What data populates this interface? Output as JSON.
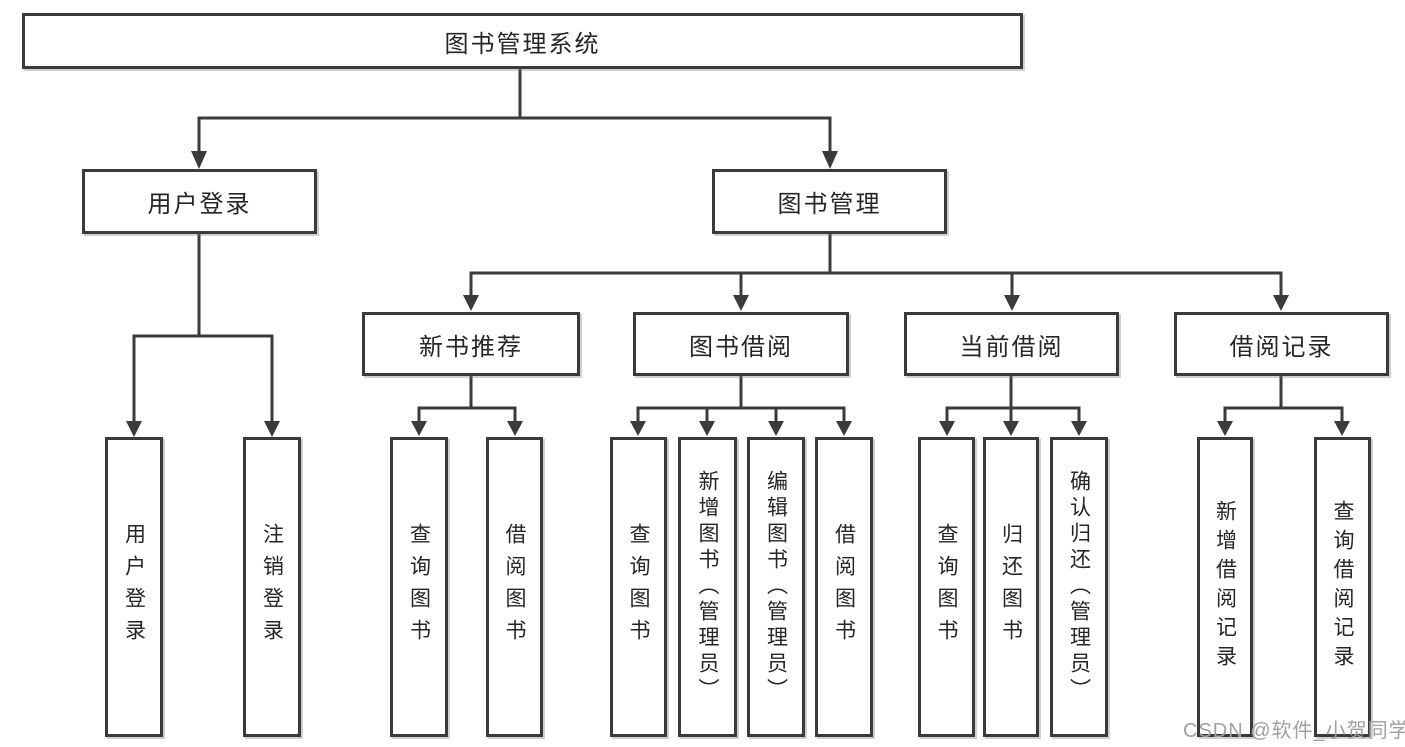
{
  "diagram": {
    "root": {
      "label": "图书管理系统"
    },
    "level2": [
      {
        "label": "用户登录",
        "parent": "图书管理系统"
      },
      {
        "label": "图书管理",
        "parent": "图书管理系统"
      }
    ],
    "level3": [
      {
        "label": "新书推荐",
        "parent": "图书管理"
      },
      {
        "label": "图书借阅",
        "parent": "图书管理"
      },
      {
        "label": "当前借阅",
        "parent": "图书管理"
      },
      {
        "label": "借阅记录",
        "parent": "图书管理"
      }
    ],
    "leaves": [
      {
        "label": "用户登录",
        "parent": "用户登录"
      },
      {
        "label": "注销登录",
        "parent": "用户登录"
      },
      {
        "label": "查询图书",
        "parent": "新书推荐"
      },
      {
        "label": "借阅图书",
        "parent": "新书推荐"
      },
      {
        "label": "查询图书",
        "parent": "图书借阅"
      },
      {
        "label": "新增图书（管理员）",
        "parent": "图书借阅"
      },
      {
        "label": "编辑图书（管理员）",
        "parent": "图书借阅"
      },
      {
        "label": "借阅图书",
        "parent": "图书借阅"
      },
      {
        "label": "查询图书",
        "parent": "当前借阅"
      },
      {
        "label": "归还图书",
        "parent": "当前借阅"
      },
      {
        "label": "确认归还（管理员）",
        "parent": "当前借阅"
      },
      {
        "label": "新增借阅记录",
        "parent": "借阅记录"
      },
      {
        "label": "查询借阅记录",
        "parent": "借阅记录"
      }
    ],
    "watermark": "CSDN @软件_小贺同学",
    "colors": {
      "line": "#3b3b3b",
      "border": "#3a3a3a",
      "text": "#262626",
      "watermark": "#a0a0a0",
      "background": "#ffffff"
    }
  }
}
